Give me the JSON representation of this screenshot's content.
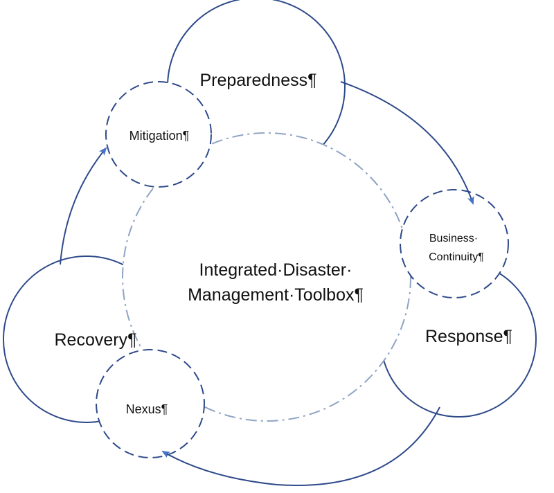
{
  "diagram": {
    "center": {
      "line1": "Integrated·Disaster·",
      "line2": "Management·Toolbox¶"
    },
    "nodes": {
      "preparedness": "Preparedness¶",
      "mitigation": "Mitigation¶",
      "business_continuity": {
        "line1": "Business·",
        "line2": "Continuity¶"
      },
      "response": "Response¶",
      "recovery": "Recovery¶",
      "nexus": "Nexus¶"
    }
  },
  "colors": {
    "stroke": "#2e4a8a",
    "arrow": "#4472c4",
    "text": "#111111"
  }
}
